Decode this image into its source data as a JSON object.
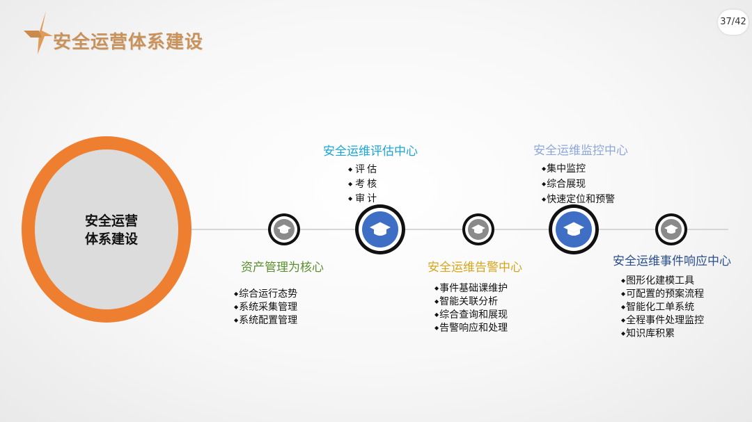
{
  "page": {
    "title": "安全运营体系建设",
    "page_number": "37/42"
  },
  "center": {
    "line1": "安全运营",
    "line2": "体系建设"
  },
  "colors": {
    "title": "#c8925a",
    "ring": "#ef7f30",
    "node_gray": "#8a8a8a",
    "node_blue": "#3f6fc4",
    "asset": "#5a8f2e",
    "eval": "#1aa5d6",
    "alarm": "#d6a61a",
    "monitor": "#8fa7d8",
    "response": "#2b4f8c"
  },
  "sections": {
    "asset": {
      "heading": "资产管理为核心",
      "items": [
        "综合运行态势",
        "系统采集管理",
        "系统配置管理"
      ]
    },
    "eval": {
      "heading": "安全运维评估中心",
      "items": [
        "评估",
        "考核",
        "审计"
      ]
    },
    "alarm": {
      "heading": "安全运维告警中心",
      "items": [
        "事件基础课维护",
        "智能关联分析",
        "综合查询和展现",
        "告警响应和处理"
      ]
    },
    "monitor": {
      "heading": "安全运维监控中心",
      "items": [
        "集中监控",
        "综合展现",
        "快速定位和预警"
      ]
    },
    "response": {
      "heading": "安全运维事件响应中心",
      "items": [
        "图形化建模工具",
        "可配置的预案流程",
        "智能化工单系统",
        "全程事件处理监控",
        "知识库积累"
      ]
    }
  }
}
